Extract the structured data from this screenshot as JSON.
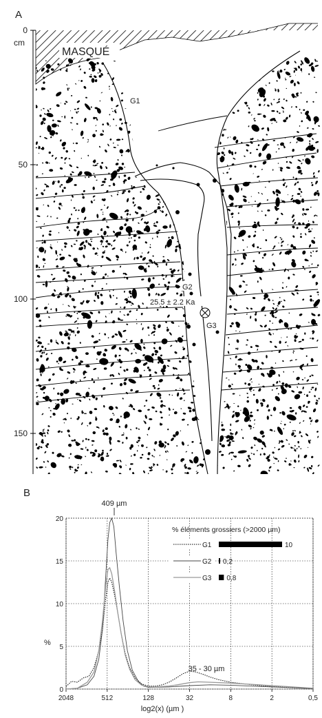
{
  "panel_a": {
    "letter": "A",
    "depth_axis": {
      "unit": "cm",
      "ticks": [
        {
          "label": "0",
          "depth": 0
        },
        {
          "label": "50",
          "depth": 50
        },
        {
          "label": "100",
          "depth": 100
        },
        {
          "label": "150",
          "depth": 150
        }
      ]
    },
    "masked_label": "MASQUÉ",
    "samples": [
      "G1",
      "G2",
      "G3"
    ],
    "date_label": "25.5 ± 2.2 Ka"
  },
  "panel_b": {
    "letter": "B",
    "peak_label": "409 µm",
    "peak2_label": "35 - 30 µm",
    "xlabel": "log2(x) (µm )",
    "ylabel": "%",
    "inset_title": "% éléments grossiers (>2000 µm)"
  },
  "chart_data": {
    "type": "line",
    "xlabel": "log2(x) (µm )",
    "ylabel": "%",
    "x_ticks": [
      "2048",
      "512",
      "128",
      "32",
      "8",
      "2",
      "0,5"
    ],
    "x_tick_values": [
      2048,
      512,
      128,
      32,
      8,
      2,
      0.5
    ],
    "x_scale": "log2-reversed",
    "xlim": [
      2048,
      0.5
    ],
    "y_ticks": [
      "0",
      "5",
      "10",
      "15",
      "20"
    ],
    "ylim": [
      0,
      20
    ],
    "grid": true,
    "series": [
      {
        "name": "G1",
        "style": "dotted",
        "points": [
          [
            2048,
            0.3
          ],
          [
            1700,
            0.9
          ],
          [
            1400,
            0.8
          ],
          [
            1150,
            1.3
          ],
          [
            950,
            1.5
          ],
          [
            800,
            2.5
          ],
          [
            680,
            4.5
          ],
          [
            600,
            7
          ],
          [
            540,
            10.5
          ],
          [
            500,
            12.5
          ],
          [
            470,
            13
          ],
          [
            440,
            12.5
          ],
          [
            400,
            11
          ],
          [
            360,
            9
          ],
          [
            320,
            6.5
          ],
          [
            280,
            4.2
          ],
          [
            240,
            2.5
          ],
          [
            200,
            1.3
          ],
          [
            160,
            0.6
          ],
          [
            128,
            0.35
          ],
          [
            100,
            0.35
          ],
          [
            80,
            0.5
          ],
          [
            64,
            0.8
          ],
          [
            50,
            1.3
          ],
          [
            40,
            1.8
          ],
          [
            32,
            2.1
          ],
          [
            26,
            2.0
          ],
          [
            20,
            1.7
          ],
          [
            16,
            1.4
          ],
          [
            12,
            1.1
          ],
          [
            8,
            0.8
          ],
          [
            4,
            0.5
          ],
          [
            2,
            0.3
          ],
          [
            1,
            0.15
          ],
          [
            0.5,
            0.05
          ]
        ]
      },
      {
        "name": "G2",
        "style": "solid-thin",
        "points": [
          [
            2048,
            0
          ],
          [
            1400,
            0.1
          ],
          [
            1000,
            0.5
          ],
          [
            800,
            1.5
          ],
          [
            680,
            3.5
          ],
          [
            600,
            7
          ],
          [
            540,
            13
          ],
          [
            500,
            17.5
          ],
          [
            470,
            19.5
          ],
          [
            440,
            20
          ],
          [
            409,
            19
          ],
          [
            380,
            16
          ],
          [
            340,
            12
          ],
          [
            300,
            8
          ],
          [
            260,
            4.5
          ],
          [
            220,
            2.2
          ],
          [
            180,
            0.9
          ],
          [
            150,
            0.35
          ],
          [
            128,
            0.2
          ],
          [
            64,
            0.25
          ],
          [
            32,
            0.4
          ],
          [
            16,
            0.5
          ],
          [
            8,
            0.45
          ],
          [
            4,
            0.35
          ],
          [
            2,
            0.25
          ],
          [
            1,
            0.15
          ],
          [
            0.5,
            0.05
          ]
        ]
      },
      {
        "name": "G3",
        "style": "solid-gray",
        "points": [
          [
            2048,
            0
          ],
          [
            1400,
            0.1
          ],
          [
            1000,
            0.8
          ],
          [
            800,
            2
          ],
          [
            680,
            4.5
          ],
          [
            600,
            8
          ],
          [
            540,
            12
          ],
          [
            500,
            14
          ],
          [
            470,
            14.2
          ],
          [
            440,
            13.5
          ],
          [
            400,
            11.5
          ],
          [
            360,
            9
          ],
          [
            320,
            6.5
          ],
          [
            280,
            4
          ],
          [
            240,
            2.3
          ],
          [
            200,
            1.1
          ],
          [
            160,
            0.45
          ],
          [
            128,
            0.25
          ],
          [
            100,
            0.25
          ],
          [
            64,
            0.35
          ],
          [
            48,
            0.5
          ],
          [
            32,
            0.75
          ],
          [
            24,
            0.85
          ],
          [
            16,
            0.8
          ],
          [
            8,
            0.7
          ],
          [
            4,
            0.55
          ],
          [
            2,
            0.4
          ],
          [
            1,
            0.25
          ],
          [
            0.5,
            0.1
          ]
        ]
      }
    ],
    "annotations": [
      "409 µm",
      "35 - 30 µm"
    ],
    "inset": {
      "title": "% éléments grossiers (>2000 µm)",
      "type": "bar",
      "categories": [
        "G1",
        "G2",
        "G3"
      ],
      "values": [
        10,
        0.2,
        0.8
      ],
      "value_labels": [
        "10",
        "0,2",
        "0,8"
      ],
      "legend_styles": [
        "dotted",
        "solid-thin",
        "solid-gray"
      ]
    }
  }
}
